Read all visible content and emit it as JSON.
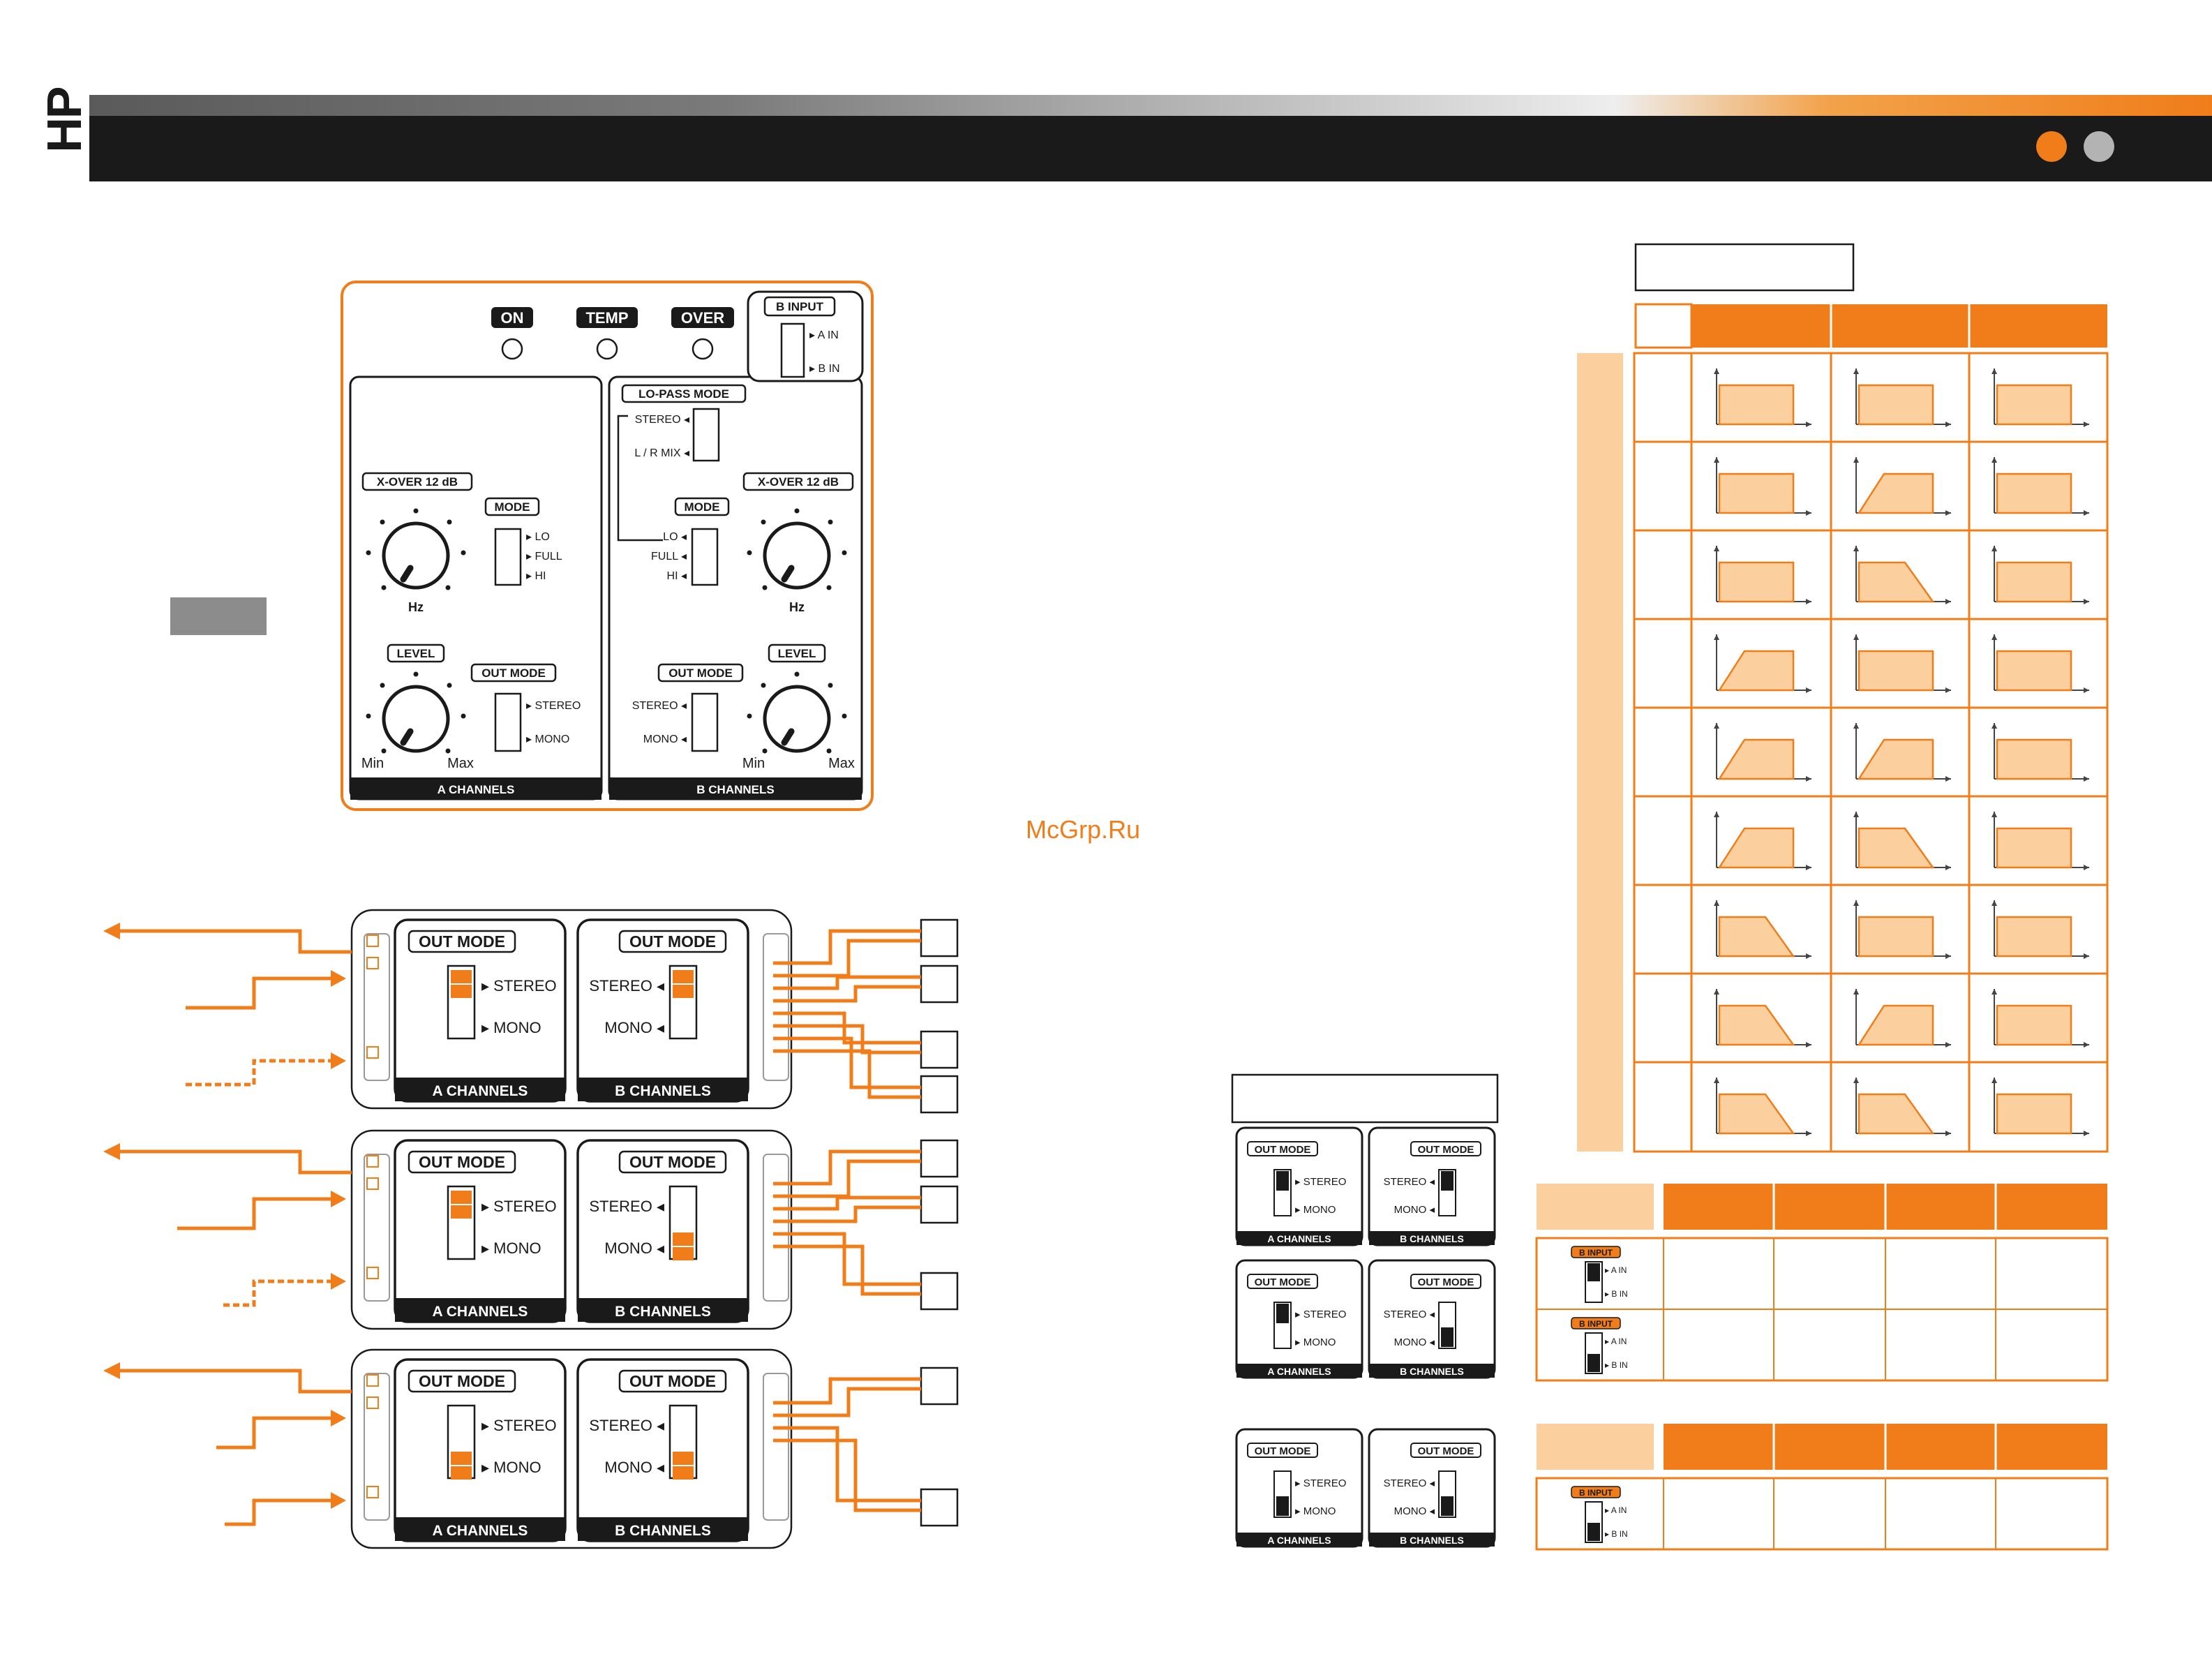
{
  "brand": {
    "logo_text": "HP"
  },
  "header": {
    "dot_colors": [
      "#f07d1a",
      "#b3b3b3"
    ]
  },
  "watermark": "McGrp.Ru",
  "colors": {
    "accent": "#f07d1a",
    "light_accent": "#fbcf9e",
    "dark": "#1a1a1a"
  },
  "panel": {
    "indicators": [
      "ON",
      "TEMP",
      "OVER"
    ],
    "b_input": {
      "label": "B INPUT",
      "options": [
        "A IN",
        "B IN"
      ]
    },
    "lopass": {
      "label": "LO-PASS MODE",
      "options": [
        "STEREO",
        "L / R MIX"
      ]
    },
    "xover_label": "X-OVER 12 dB",
    "mode": {
      "label": "MODE",
      "options": [
        "LO",
        "FULL",
        "HI"
      ]
    },
    "knob_units": "Hz",
    "level_label": "LEVEL",
    "level_min": "Min",
    "level_max": "Max",
    "out_mode": {
      "label": "OUT MODE",
      "options": [
        "STEREO",
        "MONO"
      ]
    },
    "a_channels": "A CHANNELS",
    "b_channels": "B CHANNELS"
  },
  "diagrams": [
    {
      "a_setting": "STEREO",
      "b_setting": "STEREO"
    },
    {
      "a_setting": "STEREO",
      "b_setting": "MONO"
    },
    {
      "a_setting": "MONO",
      "b_setting": "MONO"
    }
  ],
  "small_switches": [
    {
      "a": "STEREO",
      "b": "STEREO"
    },
    {
      "a": "STEREO",
      "b": "MONO"
    },
    {
      "a": "MONO",
      "b": "MONO"
    }
  ],
  "response_grid": {
    "rows": [
      [
        "full",
        "full",
        "full"
      ],
      [
        "full",
        "hp",
        "full"
      ],
      [
        "full",
        "lp",
        "full"
      ],
      [
        "hp",
        "full",
        "full"
      ],
      [
        "hp",
        "hp",
        "full"
      ],
      [
        "hp",
        "lp",
        "full"
      ],
      [
        "lp",
        "full",
        "full"
      ],
      [
        "lp",
        "hp",
        "full"
      ],
      [
        "lp",
        "lp",
        "full"
      ]
    ]
  },
  "binput_tables": [
    {
      "rows": [
        "A IN",
        "B IN"
      ]
    },
    {
      "rows": [
        "B IN"
      ]
    }
  ]
}
